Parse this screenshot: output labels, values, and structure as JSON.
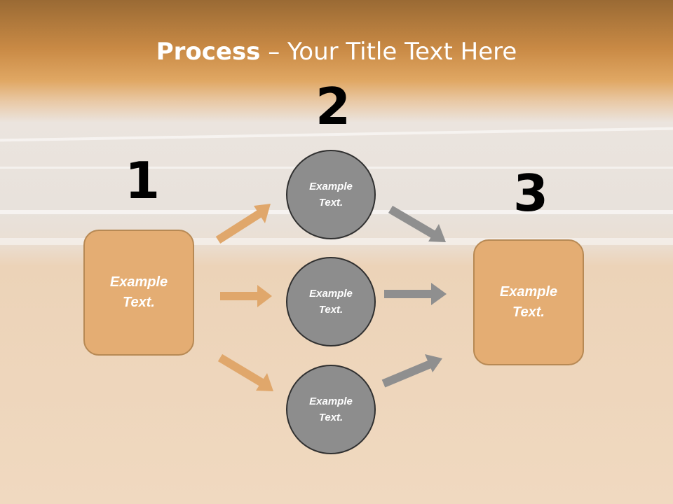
{
  "title": {
    "bold": "Process",
    "rest": " – Your Title Text Here"
  },
  "steps": [
    "1",
    "2",
    "3"
  ],
  "left_box": "Example\nText.",
  "right_box": "Example\nText.",
  "circles": [
    "Example\nText.",
    "Example\nText.",
    "Example\nText."
  ],
  "colors": {
    "box_fill": "#e4ad73",
    "circle_fill": "#8d8d8d",
    "arrow_orange": "#e0a76b",
    "arrow_gray": "#8f8f8f"
  }
}
